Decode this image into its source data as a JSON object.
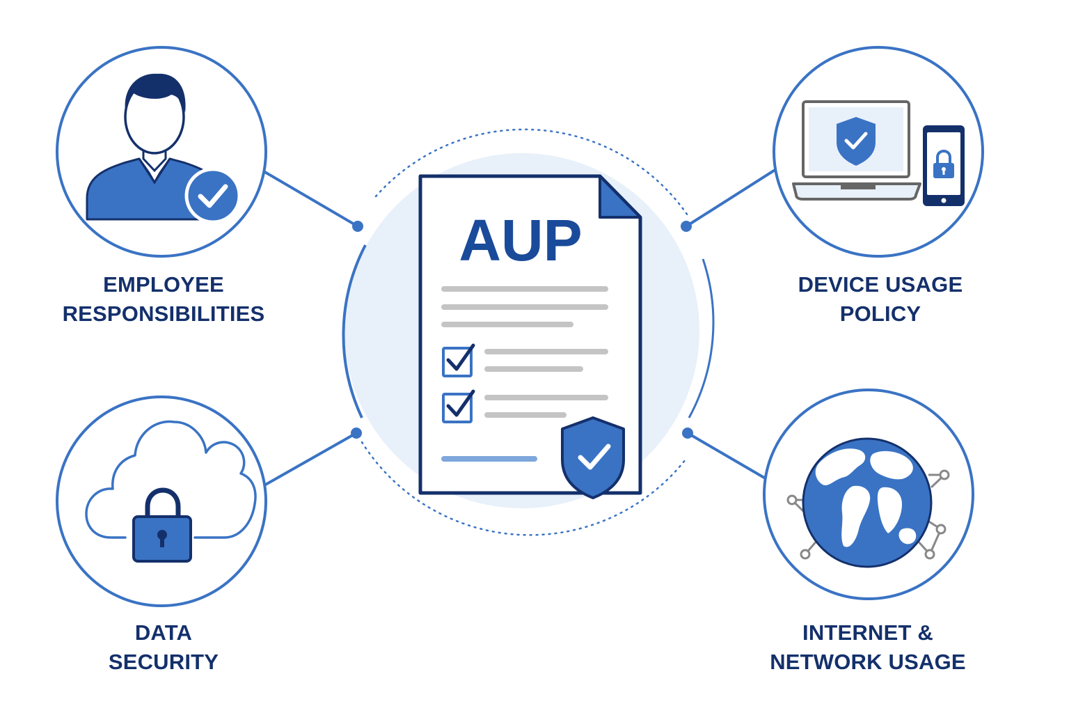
{
  "center": {
    "doc_title": "AUP"
  },
  "nodes": {
    "employee": {
      "line1": "EMPLOYEE",
      "line2": "RESPONSIBILITIES",
      "icon": "employee-check-icon"
    },
    "device": {
      "line1": "DEVICE USAGE",
      "line2": "POLICY",
      "icon": "laptop-phone-shield-icon"
    },
    "data": {
      "line1": "DATA",
      "line2": "SECURITY",
      "icon": "cloud-lock-icon"
    },
    "internet": {
      "line1": "INTERNET &",
      "line2": "NETWORK USAGE",
      "icon": "globe-network-icon"
    }
  },
  "colors": {
    "primary": "#3a73c4",
    "dark": "#14306b",
    "light": "#e8f0fa",
    "gray": "#c4c4c4",
    "grayDark": "#666666"
  }
}
